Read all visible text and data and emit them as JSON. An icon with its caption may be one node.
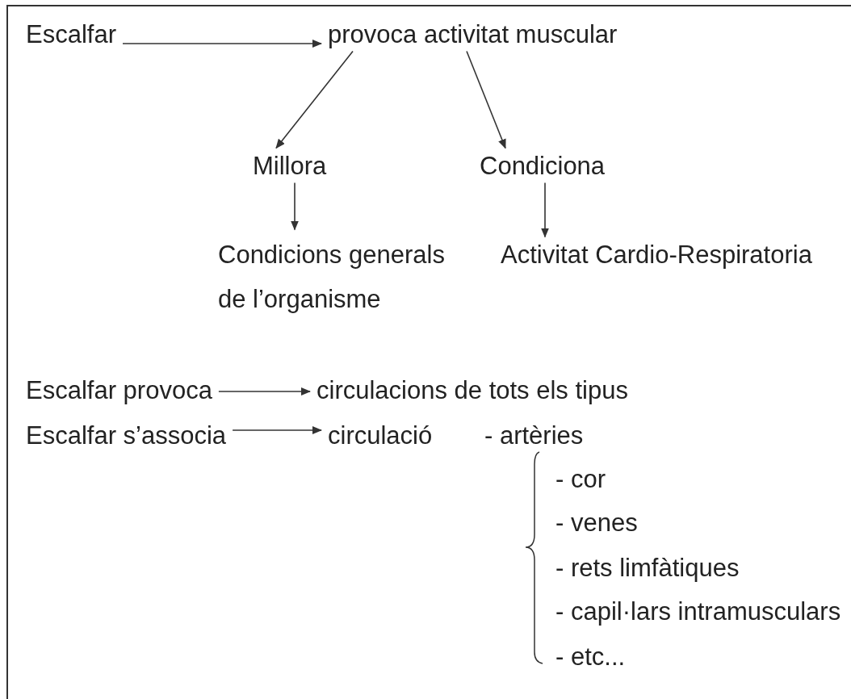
{
  "diagram": {
    "nodes": [
      {
        "text": [
          "Escalfar"
        ]
      },
      {
        "text": [
          "provoca activitat muscular"
        ]
      },
      {
        "text": [
          "Millora"
        ]
      },
      {
        "text": [
          "Condiciona"
        ]
      },
      {
        "text": [
          "Condicions generals de l’organisme"
        ]
      },
      {
        "text": [
          "Activitat Cardio-Respiratoria"
        ]
      },
      {
        "text": [
          "Escalfar provoca"
        ]
      },
      {
        "text": [
          "circulacions de tots els tipus"
        ]
      },
      {
        "text": [
          "Escalfar s’associa"
        ]
      },
      {
        "text": [
          "circulació"
        ]
      }
    ],
    "edges": [
      {
        "from": 0,
        "to": 1,
        "arrow": "to"
      },
      {
        "from": 1,
        "to": 2,
        "arrow": "to"
      },
      {
        "from": 1,
        "to": 3,
        "arrow": "to"
      },
      {
        "from": 2,
        "to": 4,
        "arrow": "to"
      },
      {
        "from": 3,
        "to": 5,
        "arrow": "to"
      },
      {
        "from": 6,
        "to": 7,
        "arrow": "to"
      },
      {
        "from": 8,
        "to": 9,
        "arrow": "to"
      }
    ],
    "labels": [
      "- artèries",
      "- cor",
      "- venes",
      "- rets limfàtiques",
      "- capil·lars intramusculars",
      "- etc..."
    ]
  }
}
